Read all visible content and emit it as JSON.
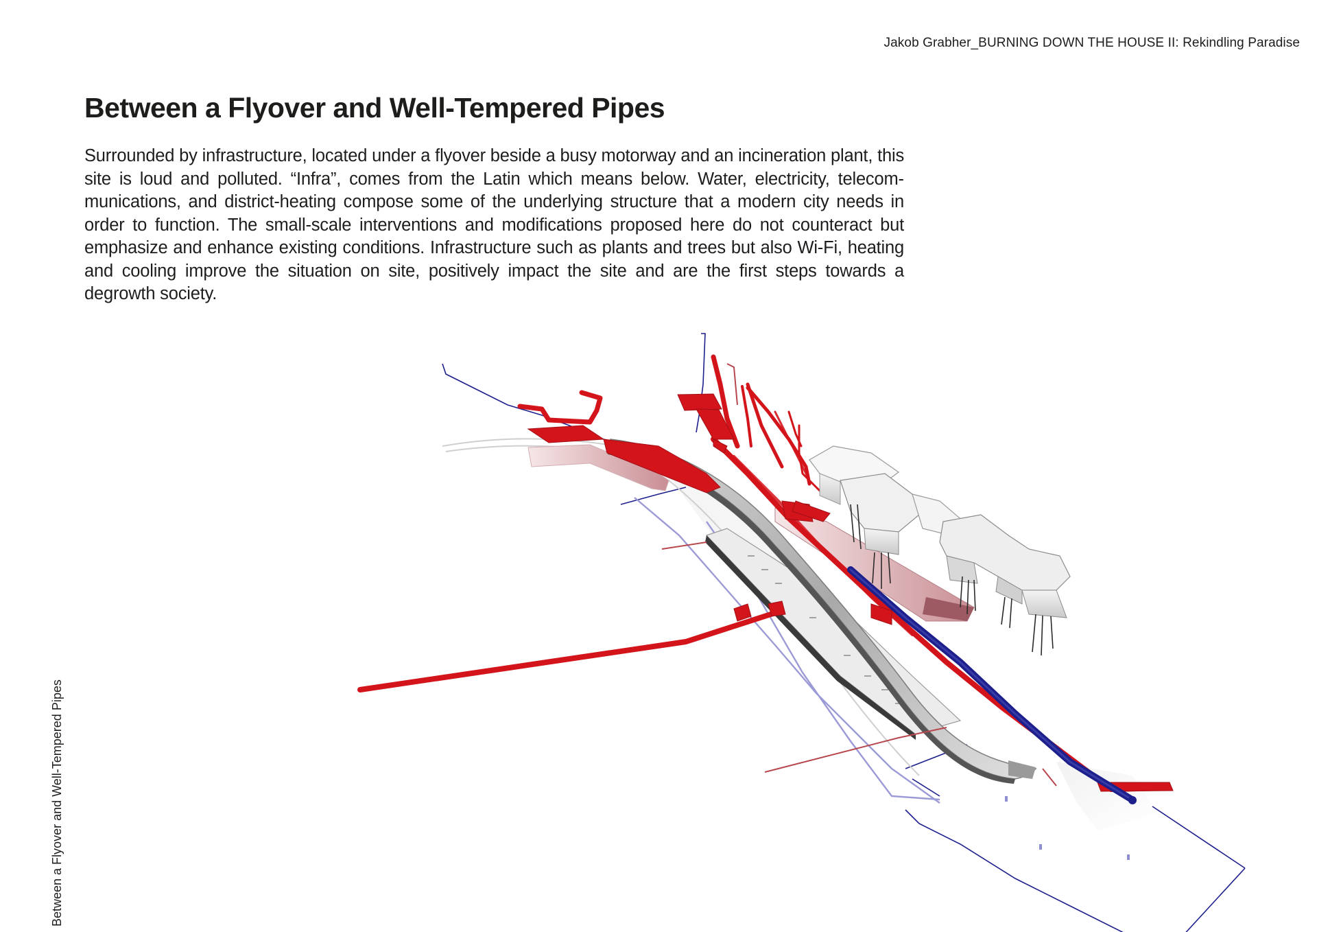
{
  "header": {
    "running_title": "Jakob Grabher_BURNING DOWN THE HOUSE II: Rekindling Paradise"
  },
  "main": {
    "title": "Between a Flyover and Well-Tempered Pipes",
    "body": "Surrounded by infrastructure, located under a flyover beside a busy motorway and an incineration plant, this site is loud and polluted. “Infra”, comes from the Latin which means below. Water, electricity, telecom­munications, and district-heating compose some of the underlying structure that a modern city needs in order to function. The small-scale interventions and modifications proposed here do not counteract but emphasize and enhance existing conditions. Infrastructure such as plants and trees but also Wi-Fi, heat­ing and cooling improve the situation on site, positively impact the site and are the first steps towards a degrowth society."
  },
  "sidebar": {
    "vertical_label": "Between a Flyover and Well-Tempered Pipes"
  },
  "colors": {
    "heating_red": "#d3141b",
    "water_blue": "#1c1f8c",
    "concrete_grey": "#b9b9b9",
    "pink_pipe": "#d9a9ad"
  }
}
